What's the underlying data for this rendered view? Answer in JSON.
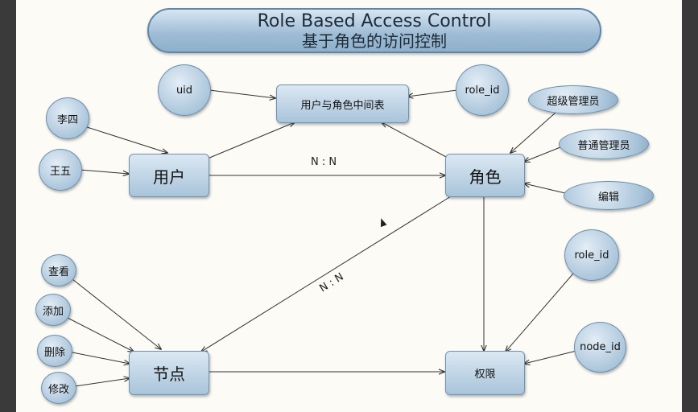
{
  "title": {
    "en": "Role Based Access Control",
    "cn": "基于角色的访问控制"
  },
  "nodes": {
    "user": "用户",
    "role": "角色",
    "node": "节点",
    "permission": "权限",
    "user_role_table": "用户与角色中间表"
  },
  "attributes": {
    "uid": "uid",
    "role_id_top": "role_id",
    "lisi": "李四",
    "wangwu": "王五",
    "super_admin": "超级管理员",
    "normal_admin": "普通管理员",
    "editor": "编辑",
    "view": "查看",
    "add": "添加",
    "delete": "删除",
    "modify": "修改",
    "role_id_bottom": "role_id",
    "node_id": "node_id"
  },
  "edge_labels": {
    "user_role": "N : N",
    "role_node": "N : N"
  },
  "colors": {
    "node_fill_top": "#dbe8f3",
    "node_fill_bottom": "#a9c4da",
    "node_border": "#6f93b2",
    "edge": "#333333"
  }
}
